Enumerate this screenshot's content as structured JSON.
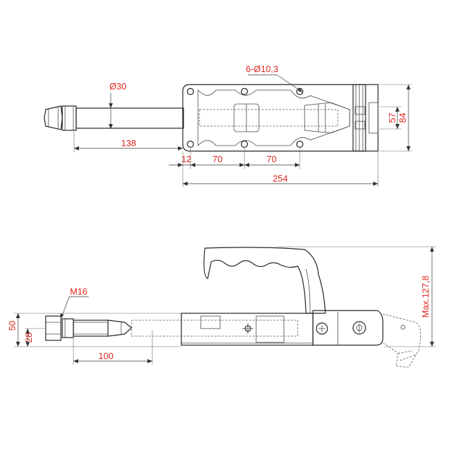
{
  "colors": {
    "line": "#222222",
    "dimension_text": "#e0271f",
    "background": "#ffffff"
  },
  "top_view": {
    "dimensions": {
      "hole_spec": "6-Ø10,3",
      "rod_diameter": "Ø30",
      "rod_length": "138",
      "offset_12": "12",
      "pitch_1": "70",
      "pitch_2": "70",
      "overall_length": "254",
      "inner_width": "57",
      "outer_width": "84"
    }
  },
  "side_view": {
    "dimensions": {
      "thread": "M16",
      "height_50": "50",
      "height_28": "28",
      "thread_length": "100",
      "max_height": "Max.127,8"
    }
  }
}
